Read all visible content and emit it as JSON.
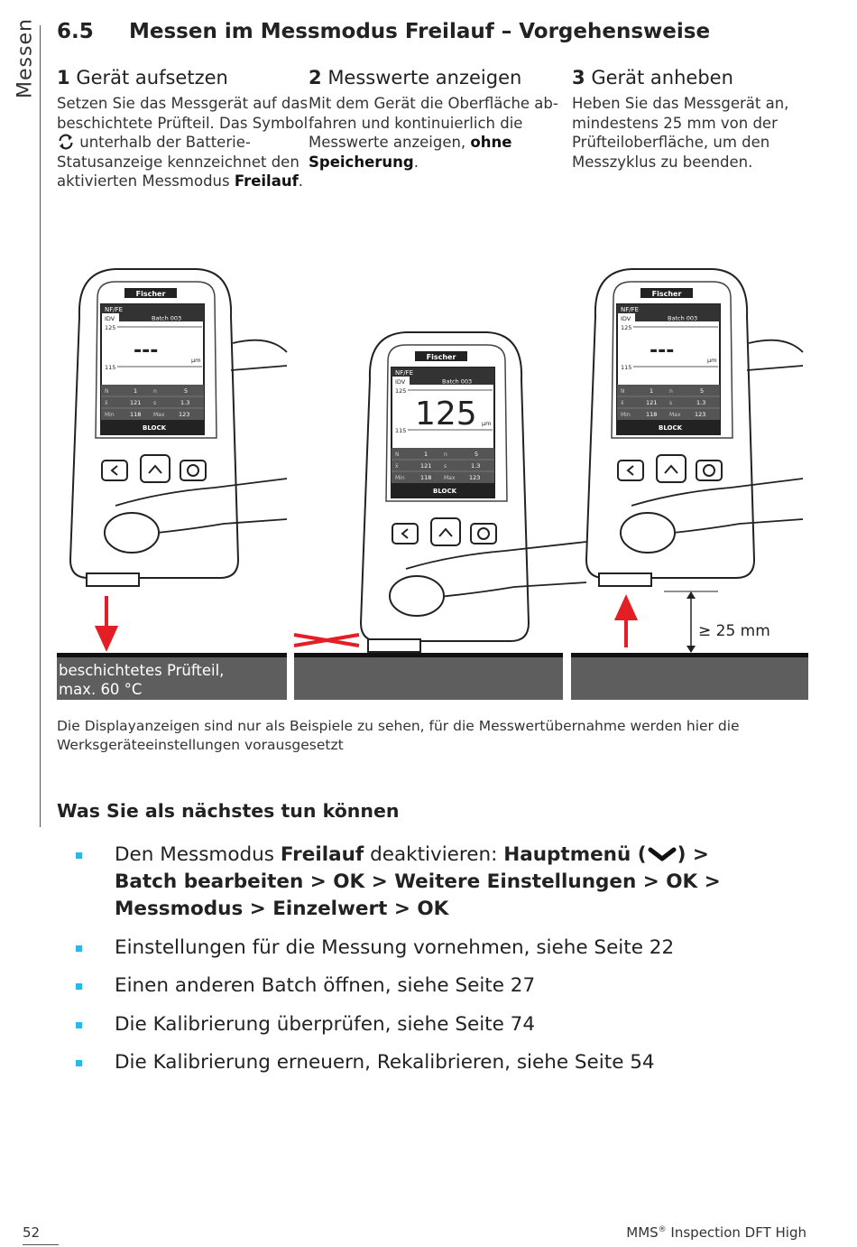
{
  "side_label": "Messen",
  "section": {
    "number": "6.5",
    "title": "Messen im Messmodus Freilauf – Vorgehensweise"
  },
  "steps": [
    {
      "num": "1",
      "title": "Gerät aufsetzen",
      "text_a": "Setzen Sie das Messgerät auf das beschichtete Prüfteil. Das Symbol ",
      "text_b": " unterhalb der Bat­terie-Statusanzeige kenn­zeichnet den aktivierten Messmodus ",
      "text_bold": "Freilauf",
      "text_end": "."
    },
    {
      "num": "2",
      "title": "Messwerte anzeigen",
      "text_a": "Mit dem Gerät die Oberfläche ab­fahren und kontinuierlich die Messwerte anzeigen, ",
      "text_bold": "ohne Speicherung",
      "text_end": "."
    },
    {
      "num": "3",
      "title": "Gerät anheben",
      "text_a": "Heben Sie das Messgerät an, mindestens 25 mm von der Prüfteiloberfläche, um den Messzyklus zu beenden."
    }
  ],
  "figure": {
    "brand": "Fischer",
    "surface_label_1": "beschichtetes Prüfteil,",
    "surface_label_2": "max. 60 °C",
    "distance_label": "≥ 25 mm",
    "display_common": {
      "mode": "NF/FE",
      "idv": "IDV",
      "batch": "Batch 003",
      "upper": "125",
      "lower": "115",
      "unit": "µm",
      "block": "BLOCK"
    },
    "display_devices": [
      {
        "reading": "---",
        "n_label": "N",
        "n": "1",
        "n2_label": "n",
        "n2": "5",
        "x_label": "x̄",
        "x": "121",
        "s_label": "s",
        "s": "1.3",
        "min_label": "Min",
        "min": "118",
        "max_label": "Max",
        "max": "123"
      },
      {
        "reading": "125",
        "n_label": "N",
        "n": "1",
        "n2_label": "n",
        "n2": "5",
        "x_label": "x̄",
        "x": "121",
        "s_label": "s",
        "s": "1.3",
        "min_label": "Min",
        "min": "118",
        "max_label": "Max",
        "max": "123"
      },
      {
        "reading": "---",
        "n_label": "N",
        "n": "1",
        "n2_label": "n",
        "n2": "5",
        "x_label": "x̄",
        "x": "121",
        "s_label": "s",
        "s": "1.3",
        "min_label": "Min",
        "min": "118",
        "max_label": "Max",
        "max": "123"
      }
    ]
  },
  "caption": "Die Displayanzeigen sind nur als Beispiele zu sehen, für die Messwertübernahme werden hier die Werksgeräteeinstellungen vorausgesetzt",
  "next_heading": "Was Sie als nächstes tun können",
  "next_items": {
    "item1_a": "Den Messmodus ",
    "item1_b": "Freilauf",
    "item1_c": " deaktivieren: ",
    "item1_d": "Hauptmenü (",
    "item1_e": ") > Batch bearbeiten > OK > Weitere Einstellungen > OK > Messmodus > Einzelwert > OK",
    "item2": "Einstellungen für die Messung vornehmen, siehe Seite 22",
    "item3": "Einen anderen Batch öffnen, siehe Seite 27",
    "item4": "Die Kalibrierung überprüfen, siehe Seite 74",
    "item5": "Die Kalibrierung erneuern, Rekalibrieren, siehe Seite 54"
  },
  "footer": {
    "page": "52",
    "product": "MMS",
    "product_reg": "®",
    "product_rest": " Inspection DFT High"
  },
  "colors": {
    "accent_red": "#e31e24",
    "bullet": "#2ab8e8",
    "surface": "#5e5e5e"
  }
}
